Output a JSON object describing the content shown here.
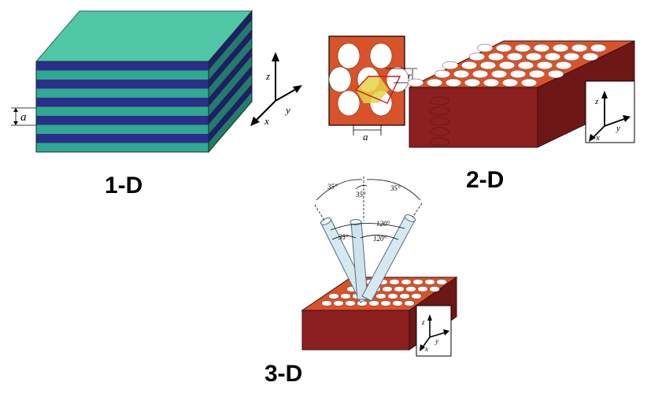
{
  "panels": {
    "one_d": {
      "title": "1-D",
      "period_label": "a"
    },
    "two_d": {
      "title": "2-D",
      "period_label": "a",
      "radius_label": "r"
    },
    "three_d": {
      "title": "3-D",
      "angles": {
        "top_left": "35°",
        "top_mid": "35°",
        "top_right": "35°",
        "left": "35°",
        "mid": "120°",
        "right": "120°"
      }
    }
  },
  "axes": {
    "x": "x",
    "y": "y",
    "z": "z"
  },
  "colors": {
    "green": "#2fa98f",
    "green_top": "#4fc7a5",
    "green_side": "#1f7d68",
    "blue": "#2b2f8a",
    "blue_side": "#1d2063",
    "orange": "#d8532a",
    "dark_red": "#7f1c1c",
    "hole_fill": "#ffffff",
    "yellow": "#e6d24a"
  }
}
